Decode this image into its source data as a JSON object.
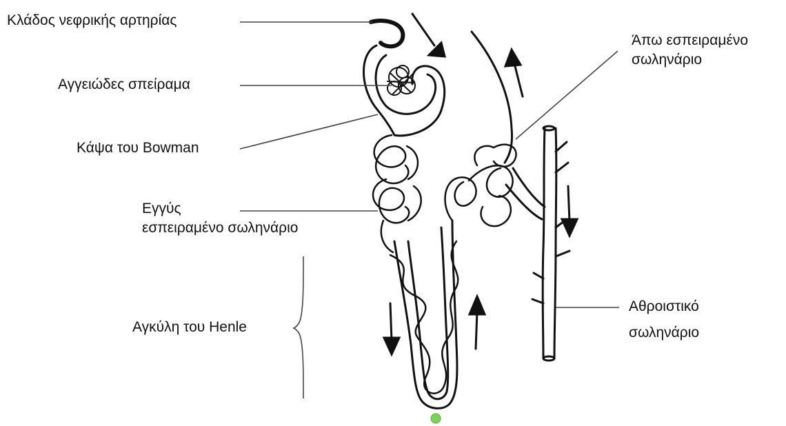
{
  "labels": {
    "renal_artery_branch": "Κλάδος νεφρικής αρτηρίας",
    "glomerulus": "Αγγειώδες σπείραμα",
    "bowman_capsule": "Κάψα του Bowman",
    "proximal_tubule_line1": "Εγγύς",
    "proximal_tubule_line2": "εσπειραμένο σωληνάριο",
    "loop_of_henle": "Αγκύλη του Henle",
    "distal_tubule_line1": "Άπω εσπειραμένο",
    "distal_tubule_line2": "σωληνάριο",
    "collecting_duct_line1": "Αθροιστικό",
    "collecting_duct_line2": "σωληνάριο"
  },
  "colors": {
    "ink": "#111111",
    "leader": "#444444",
    "marker": "#7dd35a"
  }
}
